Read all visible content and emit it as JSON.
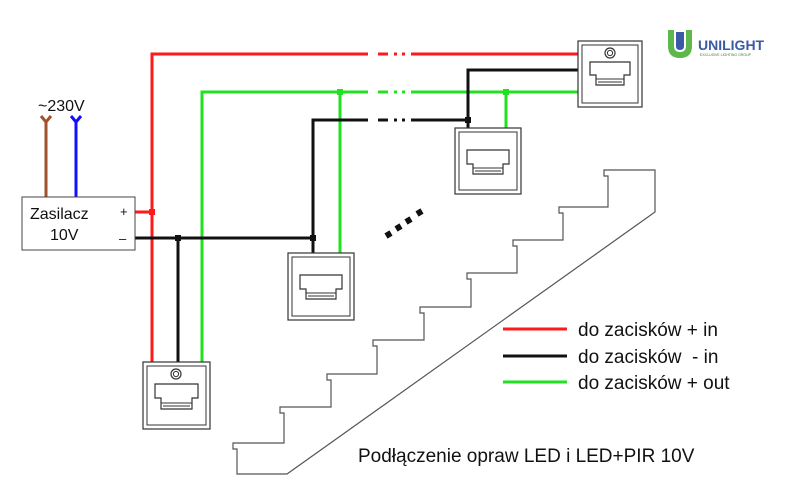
{
  "diagram": {
    "mains_label": "~230V",
    "psu_label": "Zasilacz",
    "psu_voltage": "10V",
    "terminal_plus": "+",
    "terminal_minus": "–",
    "legend": [
      {
        "label": "do zacisków + in",
        "color": "#ff1a1a"
      },
      {
        "label": "do zacisków  - in",
        "color": "#111111"
      },
      {
        "label": "do zacisków + out",
        "color": "#22e022"
      }
    ],
    "caption": "Podłączenie opraw LED i LED+PIR 10V"
  },
  "logo": {
    "word": "UNILIGHT",
    "tagline": "EXCLUSIVE LIGHTING GROUP"
  },
  "colors": {
    "red_wire": "#ff1a1a",
    "black_wire": "#111111",
    "green_wire": "#22e022",
    "brown_wire": "#a0522d",
    "blue_wire": "#1010ff",
    "logo_blue": "#3a5aa8",
    "logo_green": "#5cb84a"
  }
}
